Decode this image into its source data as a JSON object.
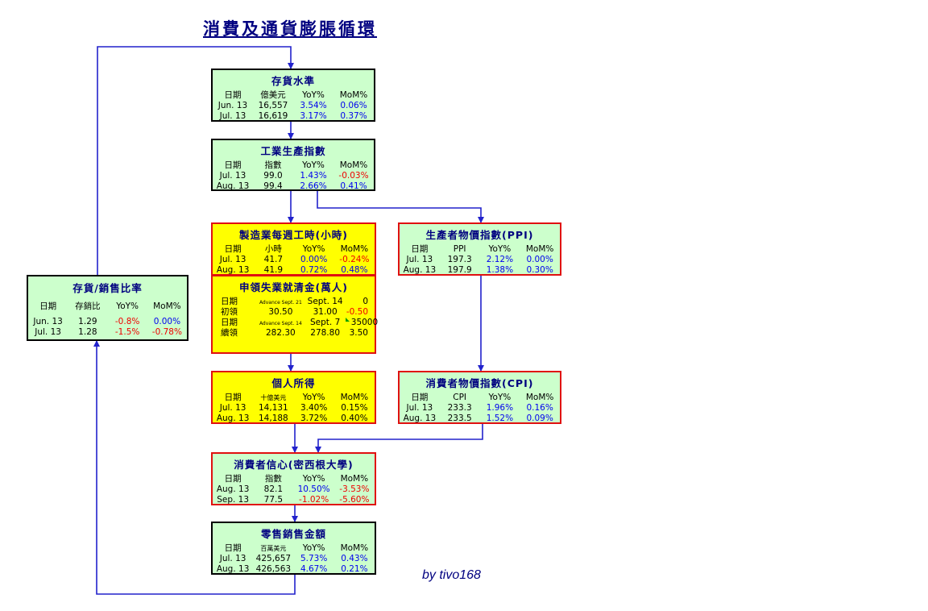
{
  "title": "消費及通貨膨脹循環",
  "signature": "by tivo168",
  "boxes": {
    "inventory": {
      "title": "存貨水準",
      "header": [
        "日期",
        "億美元",
        "YoY%",
        "MoM%"
      ],
      "rows": [
        [
          "Jun. 13",
          "16,557",
          "3.54%",
          "0.06%"
        ],
        [
          "Jul. 13",
          "16,619",
          "3.17%",
          "0.37%"
        ]
      ]
    },
    "industrial": {
      "title": "工業生產指數",
      "header": [
        "日期",
        "指數",
        "YoY%",
        "MoM%"
      ],
      "rows": [
        [
          "Jul. 13",
          "99.0",
          "1.43%",
          "-0.03%"
        ],
        [
          "Aug. 13",
          "99.4",
          "2.66%",
          "0.41%"
        ]
      ]
    },
    "hours": {
      "title": "製造業每週工時(小時)",
      "header": [
        "日期",
        "小時",
        "YoY%",
        "MoM%"
      ],
      "rows": [
        [
          "Jul. 13",
          "41.7",
          "0.00%",
          "-0.24%"
        ],
        [
          "Aug. 13",
          "41.9",
          "0.72%",
          "0.48%"
        ]
      ]
    },
    "claims": {
      "title": "申領失業就清金(萬人)",
      "rows": [
        [
          "日期",
          "Advance Sept. 21",
          "Sept. 14",
          "0"
        ],
        [
          "初領",
          "30.50",
          "31.00",
          "-0.50"
        ],
        [
          "日期",
          "Advance Sept. 14",
          "Sept. 7",
          "35000"
        ],
        [
          "續領",
          "282.30",
          "278.80",
          "3.50"
        ]
      ]
    },
    "income": {
      "title": "個人所得",
      "header": [
        "日期",
        "十億美元",
        "YoY%",
        "MoM%"
      ],
      "rows": [
        [
          "Jul. 13",
          "14,131",
          "3.40%",
          "0.15%"
        ],
        [
          "Aug. 13",
          "14,188",
          "3.72%",
          "0.40%"
        ]
      ]
    },
    "sentiment": {
      "title": "消費者信心(密西根大學)",
      "header": [
        "日期",
        "指數",
        "YoY%",
        "MoM%"
      ],
      "rows": [
        [
          "Aug. 13",
          "82.1",
          "10.50%",
          "-3.53%"
        ],
        [
          "Sep. 13",
          "77.5",
          "-1.02%",
          "-5.60%"
        ]
      ]
    },
    "retail": {
      "title": "零售銷售金額",
      "header": [
        "日期",
        "百萬美元",
        "YoY%",
        "MoM%"
      ],
      "rows": [
        [
          "Jul. 13",
          "425,657",
          "5.73%",
          "0.43%"
        ],
        [
          "Aug. 13",
          "426,563",
          "4.67%",
          "0.21%"
        ]
      ]
    },
    "ppi": {
      "title": "生產者物價指數(PPI)",
      "header": [
        "日期",
        "PPI",
        "YoY%",
        "MoM%"
      ],
      "rows": [
        [
          "Jul. 13",
          "197.3",
          "2.12%",
          "0.00%"
        ],
        [
          "Aug. 13",
          "197.9",
          "1.38%",
          "0.30%"
        ]
      ]
    },
    "cpi": {
      "title": "消費者物價指數(CPI)",
      "header": [
        "日期",
        "CPI",
        "YoY%",
        "MoM%"
      ],
      "rows": [
        [
          "Jul. 13",
          "233.3",
          "1.96%",
          "0.16%"
        ],
        [
          "Aug. 13",
          "233.5",
          "1.52%",
          "0.09%"
        ]
      ]
    },
    "ratio": {
      "title": "存貨/銷售比率",
      "header": [
        "日期",
        "存銷比",
        "YoY%",
        "MoM%"
      ],
      "rows": [
        [
          "Jun. 13",
          "1.29",
          "-0.8%",
          "0.00%"
        ],
        [
          "Jul. 13",
          "1.28",
          "-1.5%",
          "-0.78%"
        ]
      ]
    }
  },
  "colors": {
    "arrow": "#2222cc",
    "title": "#000080",
    "positive": "#0000ee",
    "negative": "#ee0000",
    "green_box": "#ccffcc",
    "yellow_box": "#ffff00"
  }
}
